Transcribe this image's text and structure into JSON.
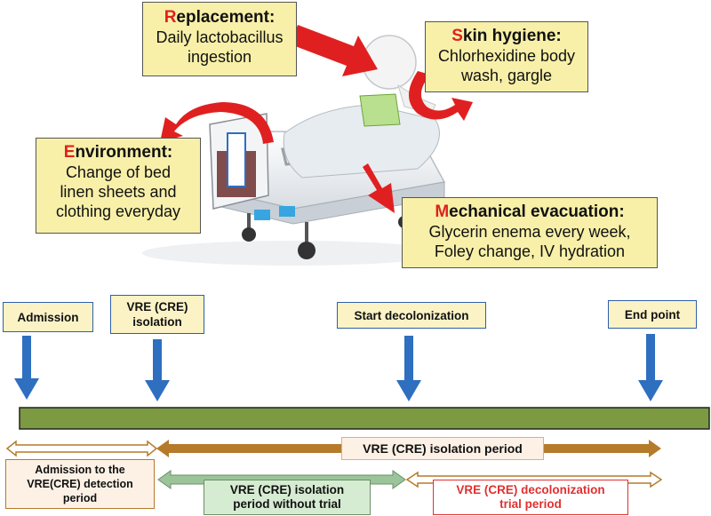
{
  "callouts": {
    "replacement": {
      "initial": "R",
      "title_rest": "eplacement:",
      "line1": "Daily lactobacillus",
      "line2": "ingestion"
    },
    "skin": {
      "initial": "S",
      "title_rest": "kin hygiene:",
      "line1": "Chlorhexidine body",
      "line2": "wash, gargle"
    },
    "environment": {
      "initial": "E",
      "title_rest": "nvironment:",
      "line1": "Change of bed",
      "line2": "linen sheets and",
      "line3": "clothing everyday"
    },
    "mechanical": {
      "initial": "M",
      "title_rest": "echanical evacuation:",
      "line1": "Glycerin enema every week,",
      "line2": "Foley change, IV hydration"
    }
  },
  "timeline": {
    "admission": "Admission",
    "isolation_l1": "VRE (CRE)",
    "isolation_l2": "isolation",
    "start": "Start decolonization",
    "end": "End point"
  },
  "periods": {
    "detection_l1": "Admission to the",
    "detection_l2": "VRE(CRE) detection",
    "detection_l3": "period",
    "isolation": "VRE (CRE) isolation period",
    "without_l1": "VRE (CRE) isolation",
    "without_l2": "period without trial",
    "decol_l1": "VRE (CRE) decolonization",
    "decol_l2": "trial period"
  },
  "colors": {
    "accent_red": "#e02020",
    "callout_fill": "#f8f0a8",
    "arrow_blue": "#2e6fc0",
    "bar_green": "#7b9a42",
    "period_brown": "#b57a2a",
    "period_green": "#9cc49a",
    "decol_red": "#e03030"
  }
}
